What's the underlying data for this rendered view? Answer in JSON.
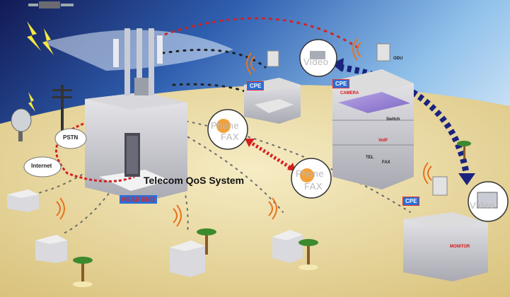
{
  "title": "Telecom QoS System",
  "headend_label": "HEAD END",
  "cloud_labels": {
    "pstn": "PSTN",
    "internet": "Internet"
  },
  "cpe_label": "CPE",
  "odu_label": "ODU",
  "room_labels": {
    "camera": "CAMERA",
    "switch": "Switch",
    "voip": "VoIP",
    "tel": "TEL",
    "fax": "FAX",
    "monitor": "MONITOR"
  },
  "bubble_words": {
    "phone": "Phone",
    "fax": "FAX",
    "video": "Video"
  },
  "colors": {
    "sky_top": "#17205e",
    "sky_mid": "#3a78c8",
    "ground": "#e9d9a0",
    "link_red": "#d42020",
    "link_blue": "#1a237e",
    "tag_blue": "#2b6fd6"
  }
}
